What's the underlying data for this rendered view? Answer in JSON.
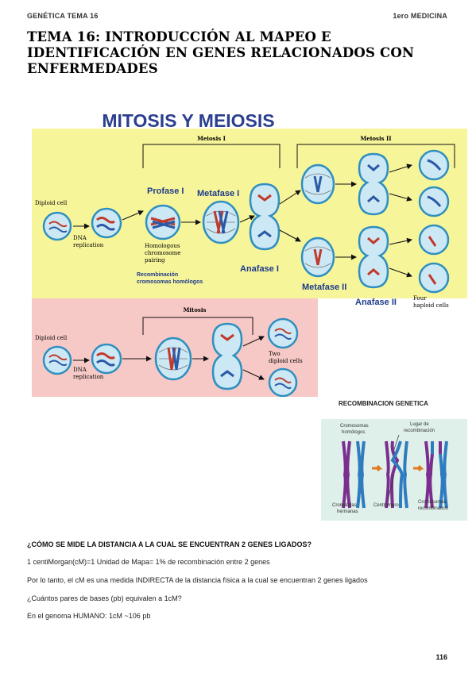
{
  "header": {
    "left": "GENÉTICA TEMA 16",
    "right": "1ero MEDICINA"
  },
  "title": "TEMA 16:  INTRODUCCIÓN AL MAPEO E IDENTIFICACIÓN EN GENES RELACIONADOS CON ENFERMEDADES",
  "figure1": {
    "heading": "MITOSIS Y MEIOSIS",
    "meiosis1": "Meiosis I",
    "meiosis2": "Meiosis II",
    "diploid_cell": "Diploid cell",
    "dna_replication_1": "DNA",
    "dna_replication_2": "replication",
    "profase": "Profase I",
    "metafase1": "Metafase I",
    "anafase1": "Anafase I",
    "metafase2": "Metafase II",
    "anafase2": "Anafase II",
    "homologous_1": "Homologous",
    "homologous_2": "chromosome",
    "homologous_3": "pairing",
    "recomb_1": "Recombinación",
    "recomb_2": "cromosomas homólogos",
    "four_1": "Four",
    "four_2": "haploid cells",
    "mitosis": "Mitosis",
    "two_1": "Two",
    "two_2": "diploid cells"
  },
  "figure2": {
    "heading": "RECOMBINACION GENETICA",
    "homologos_1": "Cromosomas",
    "homologos_2": "homólogos",
    "lugar_1": "Lugar de",
    "lugar_2": "recombinación",
    "cromatidas_1": "Cromátidas",
    "cromatidas_2": "hermanas",
    "centromero": "Centrómero",
    "recombinados_1": "Cromosomas",
    "recombinados_2": "recombinados"
  },
  "question": "¿CÓMO SE MIDE LA DISTANCIA A LA CUAL SE ENCUENTRAN 2 GENES LIGADOS?",
  "paragraphs": [
    "1 centiMorgan(cM)=1 Unidad de Mapa= 1% de recombinación entre 2 genes",
    "Por lo tanto, el cM es una medida INDIRECTA de la distancia física a la cual se encuentran 2 genes ligados",
    "¿Cuántos pares de bases (pb) equivalen a 1cM?",
    "En el genoma HUMANO: 1cM ~106 pb"
  ],
  "page_number": "116",
  "colors": {
    "meiosis_bg": "#f7f59a",
    "mitosis_bg": "#f7c9c6",
    "heading_blue": "#2b3f8f",
    "cell_fill": "#cde8f5",
    "cell_stroke": "#2f8fbf"
  }
}
